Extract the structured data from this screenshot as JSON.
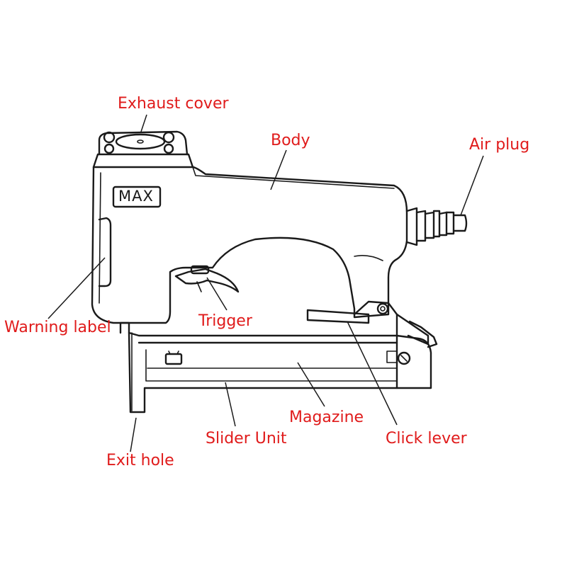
{
  "label_color": "#e01b1b",
  "line_color": "#1a1a1a",
  "brand": "MAX",
  "labels": {
    "exhaust_cover": "Exhaust cover",
    "body": "Body",
    "air_plug": "Air plug",
    "warning_label": "Warning label",
    "trigger": "Trigger",
    "magazine": "Magazine",
    "click_lever": "Click lever",
    "slider_unit": "Slider Unit",
    "exit_hole": "Exit hole"
  }
}
